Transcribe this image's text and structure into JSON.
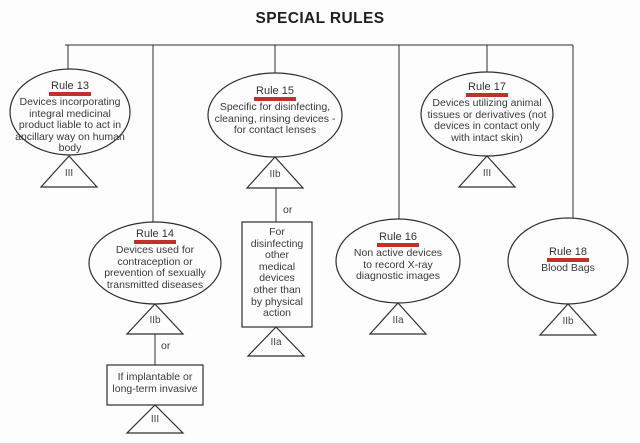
{
  "title": "SPECIAL RULES",
  "colors": {
    "underline_red": "#c1302b",
    "line": "#2f2f2f",
    "text": "#3a3a3a"
  },
  "nodes": {
    "rule13": {
      "label": "Rule 13",
      "text": "Devices incorporating\nintegral medicinal\nproduct liable to act in\nancillary way on human\nbody",
      "class_label": "III"
    },
    "rule14": {
      "label": "Rule 14",
      "text": "Devices used for\ncontraception or\nprevention of sexually\ntransmitted diseases",
      "class_label": "IIb",
      "or_label": "or",
      "box_text": "If implantable or\nlong-term invasive",
      "box_class_label": "III"
    },
    "rule15": {
      "label": "Rule 15",
      "text": "Specific for disinfecting,\ncleaning, rinsing devices -\nfor contact lenses",
      "class_label": "IIb",
      "or_label": "or",
      "box_text": "For\ndisinfecting\nother\nmedical\ndevices\nother than\nby physical\naction",
      "box_class_label": "IIa"
    },
    "rule16": {
      "label": "Rule 16",
      "text": "Non active devices\nto record X-ray\ndiagnostic images",
      "class_label": "IIa"
    },
    "rule17": {
      "label": "Rule 17",
      "text": "Devices utilizing animal\ntissues or derivatives (not\ndevices in contact only\nwith intact skin)",
      "class_label": "III"
    },
    "rule18": {
      "label": "Rule 18",
      "text": "Blood Bags",
      "class_label": "IIb"
    }
  }
}
